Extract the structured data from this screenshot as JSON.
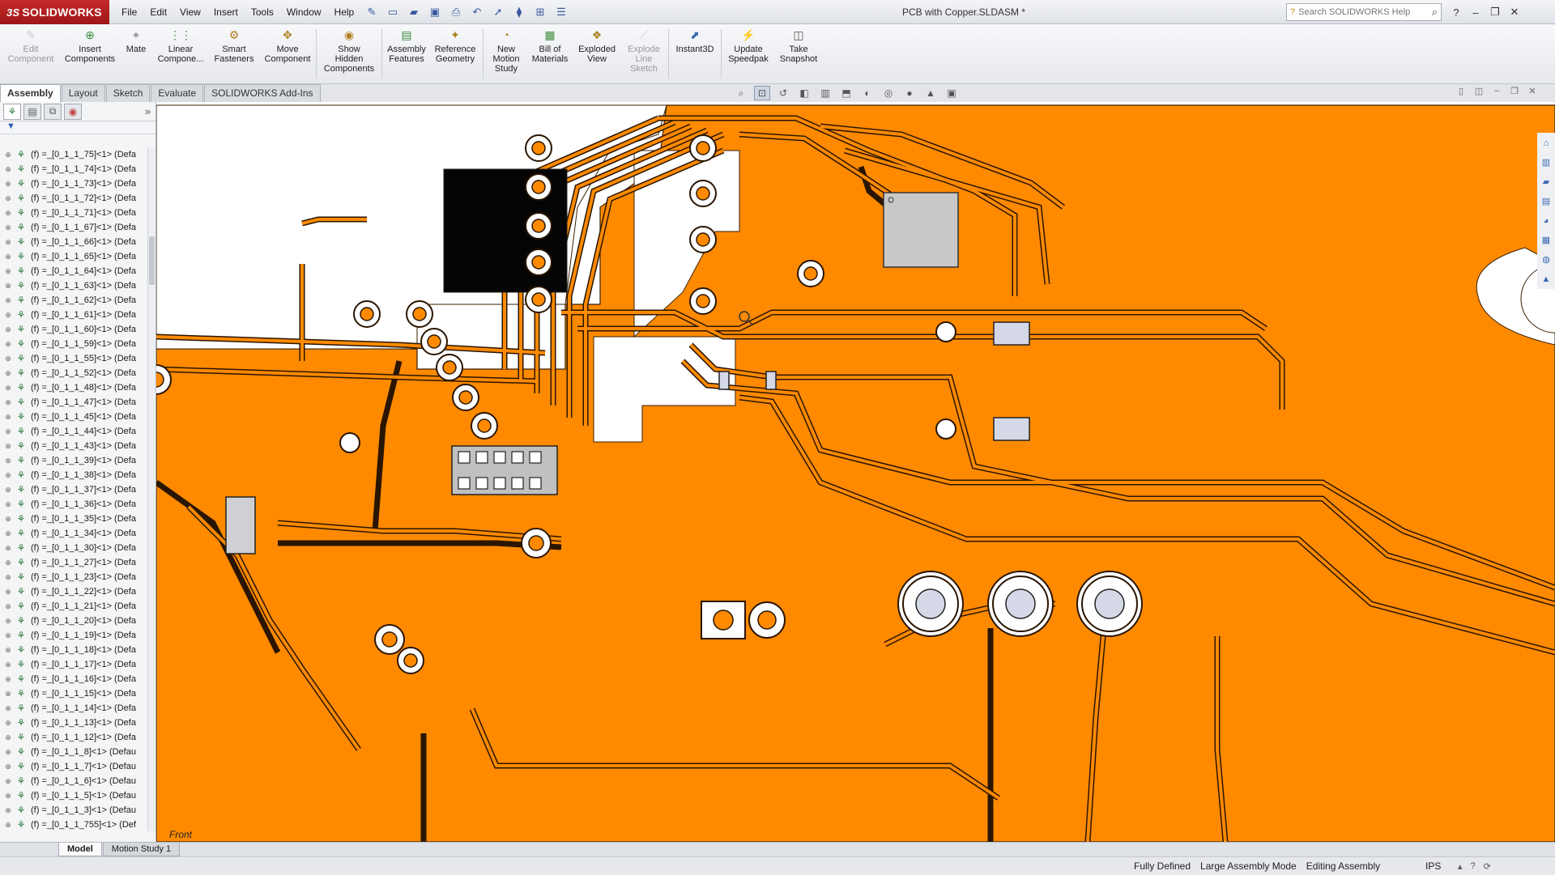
{
  "app": {
    "logo": "SOLIDWORKS",
    "logo_mark": "3S",
    "document_title": "PCB with Copper.SLDASM *"
  },
  "menu": [
    "File",
    "Edit",
    "View",
    "Insert",
    "Tools",
    "Window",
    "Help"
  ],
  "search": {
    "placeholder": "Search SOLIDWORKS Help"
  },
  "commands": [
    {
      "label": "Edit\nComponent",
      "icon": "edit-component-icon",
      "enabled": false
    },
    {
      "label": "Insert\nComponents",
      "icon": "insert-components-icon",
      "enabled": true
    },
    {
      "label": "Mate",
      "icon": "mate-icon",
      "enabled": true
    },
    {
      "label": "Linear\nCompone...",
      "icon": "linear-pattern-icon",
      "enabled": true
    },
    {
      "label": "Smart\nFasteners",
      "icon": "smart-fasteners-icon",
      "enabled": true
    },
    {
      "label": "Move\nComponent",
      "icon": "move-component-icon",
      "enabled": true
    },
    {
      "label": "Show\nHidden\nComponents",
      "icon": "show-hidden-icon",
      "enabled": true
    },
    {
      "label": "Assembly\nFeatures",
      "icon": "assembly-features-icon",
      "enabled": true
    },
    {
      "label": "Reference\nGeometry",
      "icon": "reference-geometry-icon",
      "enabled": true
    },
    {
      "label": "New\nMotion\nStudy",
      "icon": "motion-study-icon",
      "enabled": true
    },
    {
      "label": "Bill of\nMaterials",
      "icon": "bom-icon",
      "enabled": true
    },
    {
      "label": "Exploded\nView",
      "icon": "exploded-view-icon",
      "enabled": true
    },
    {
      "label": "Explode\nLine\nSketch",
      "icon": "explode-line-icon",
      "enabled": false
    },
    {
      "label": "Instant3D",
      "icon": "instant3d-icon",
      "enabled": true
    },
    {
      "label": "Update\nSpeedpak",
      "icon": "speedpak-icon",
      "enabled": true
    },
    {
      "label": "Take\nSnapshot",
      "icon": "snapshot-icon",
      "enabled": true
    }
  ],
  "cm_tabs": [
    {
      "label": "Assembly",
      "active": true
    },
    {
      "label": "Layout",
      "active": false
    },
    {
      "label": "Sketch",
      "active": false
    },
    {
      "label": "Evaluate",
      "active": false
    },
    {
      "label": "SOLIDWORKS Add-Ins",
      "active": false
    }
  ],
  "tree": [
    "(f) =_[0_1_1_75]<1> (Defa",
    "(f) =_[0_1_1_74]<1> (Defa",
    "(f) =_[0_1_1_73]<1> (Defa",
    "(f) =_[0_1_1_72]<1> (Defa",
    "(f) =_[0_1_1_71]<1> (Defa",
    "(f) =_[0_1_1_67]<1> (Defa",
    "(f) =_[0_1_1_66]<1> (Defa",
    "(f) =_[0_1_1_65]<1> (Defa",
    "(f) =_[0_1_1_64]<1> (Defa",
    "(f) =_[0_1_1_63]<1> (Defa",
    "(f) =_[0_1_1_62]<1> (Defa",
    "(f) =_[0_1_1_61]<1> (Defa",
    "(f) =_[0_1_1_60]<1> (Defa",
    "(f) =_[0_1_1_59]<1> (Defa",
    "(f) =_[0_1_1_55]<1> (Defa",
    "(f) =_[0_1_1_52]<1> (Defa",
    "(f) =_[0_1_1_48]<1> (Defa",
    "(f) =_[0_1_1_47]<1> (Defa",
    "(f) =_[0_1_1_45]<1> (Defa",
    "(f) =_[0_1_1_44]<1> (Defa",
    "(f) =_[0_1_1_43]<1> (Defa",
    "(f) =_[0_1_1_39]<1> (Defa",
    "(f) =_[0_1_1_38]<1> (Defa",
    "(f) =_[0_1_1_37]<1> (Defa",
    "(f) =_[0_1_1_36]<1> (Defa",
    "(f) =_[0_1_1_35]<1> (Defa",
    "(f) =_[0_1_1_34]<1> (Defa",
    "(f) =_[0_1_1_30]<1> (Defa",
    "(f) =_[0_1_1_27]<1> (Defa",
    "(f) =_[0_1_1_23]<1> (Defa",
    "(f) =_[0_1_1_22]<1> (Defa",
    "(f) =_[0_1_1_21]<1> (Defa",
    "(f) =_[0_1_1_20]<1> (Defa",
    "(f) =_[0_1_1_19]<1> (Defa",
    "(f) =_[0_1_1_18]<1> (Defa",
    "(f) =_[0_1_1_17]<1> (Defa",
    "(f) =_[0_1_1_16]<1> (Defa",
    "(f) =_[0_1_1_15]<1> (Defa",
    "(f) =_[0_1_1_14]<1> (Defa",
    "(f) =_[0_1_1_13]<1> (Defa",
    "(f) =_[0_1_1_12]<1> (Defa",
    "(f) =_[0_1_1_8]<1> (Defau",
    "(f) =_[0_1_1_7]<1> (Defau",
    "(f) =_[0_1_1_6]<1> (Defau",
    "(f) =_[0_1_1_5]<1> (Defau",
    "(f) =_[0_1_1_3]<1> (Defau",
    "(f) =_[0_1_1_755]<1> (Def"
  ],
  "view_label": "Front",
  "colors": {
    "copper": "#ff8a00",
    "board": "#ffffff",
    "trace_outline": "#2a1500",
    "chip_dark": "#050505",
    "chip_gray": "#c8c8c8"
  },
  "bottom_tabs": [
    {
      "label": "Model",
      "active": true
    },
    {
      "label": "Motion Study 1",
      "active": false
    }
  ],
  "status": {
    "items": [
      "Fully Defined",
      "Large Assembly Mode",
      "Editing Assembly"
    ],
    "units": "IPS"
  }
}
